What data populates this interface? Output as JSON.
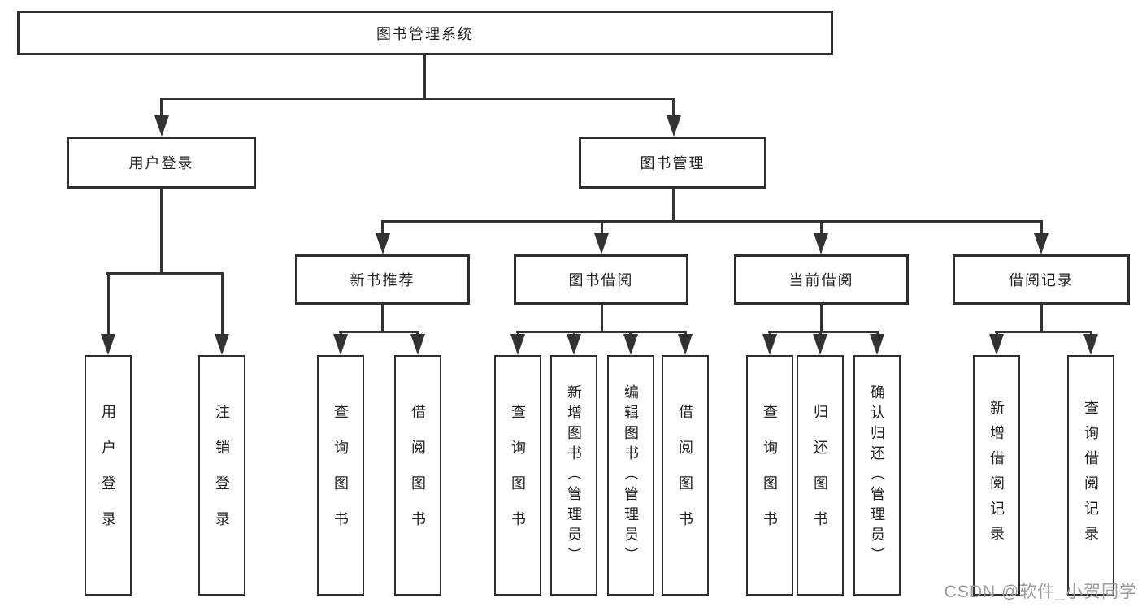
{
  "root": {
    "label": "图书管理系统"
  },
  "level2": [
    {
      "label": "用户登录"
    },
    {
      "label": "图书管理"
    }
  ],
  "level3": [
    {
      "label": "新书推荐"
    },
    {
      "label": "图书借阅"
    },
    {
      "label": "当前借阅"
    },
    {
      "label": "借阅记录"
    }
  ],
  "leaves": [
    {
      "label": "用户登录"
    },
    {
      "label": "注销登录"
    },
    {
      "label": "查询图书"
    },
    {
      "label": "借阅图书"
    },
    {
      "label": "查询图书"
    },
    {
      "label": "新增图书（管理员）"
    },
    {
      "label": "编辑图书（管理员）"
    },
    {
      "label": "借阅图书"
    },
    {
      "label": "查询图书"
    },
    {
      "label": "归还图书"
    },
    {
      "label": "确认归还（管理员）"
    },
    {
      "label": "新增借阅记录"
    },
    {
      "label": "查询借阅记录"
    }
  ],
  "watermark": "CSDN @软件_小贺同学",
  "colors": {
    "line": "#333333",
    "border": "#2e2e2e",
    "text": "#222222",
    "watermark": "#9c9c9c",
    "background": "#ffffff"
  }
}
